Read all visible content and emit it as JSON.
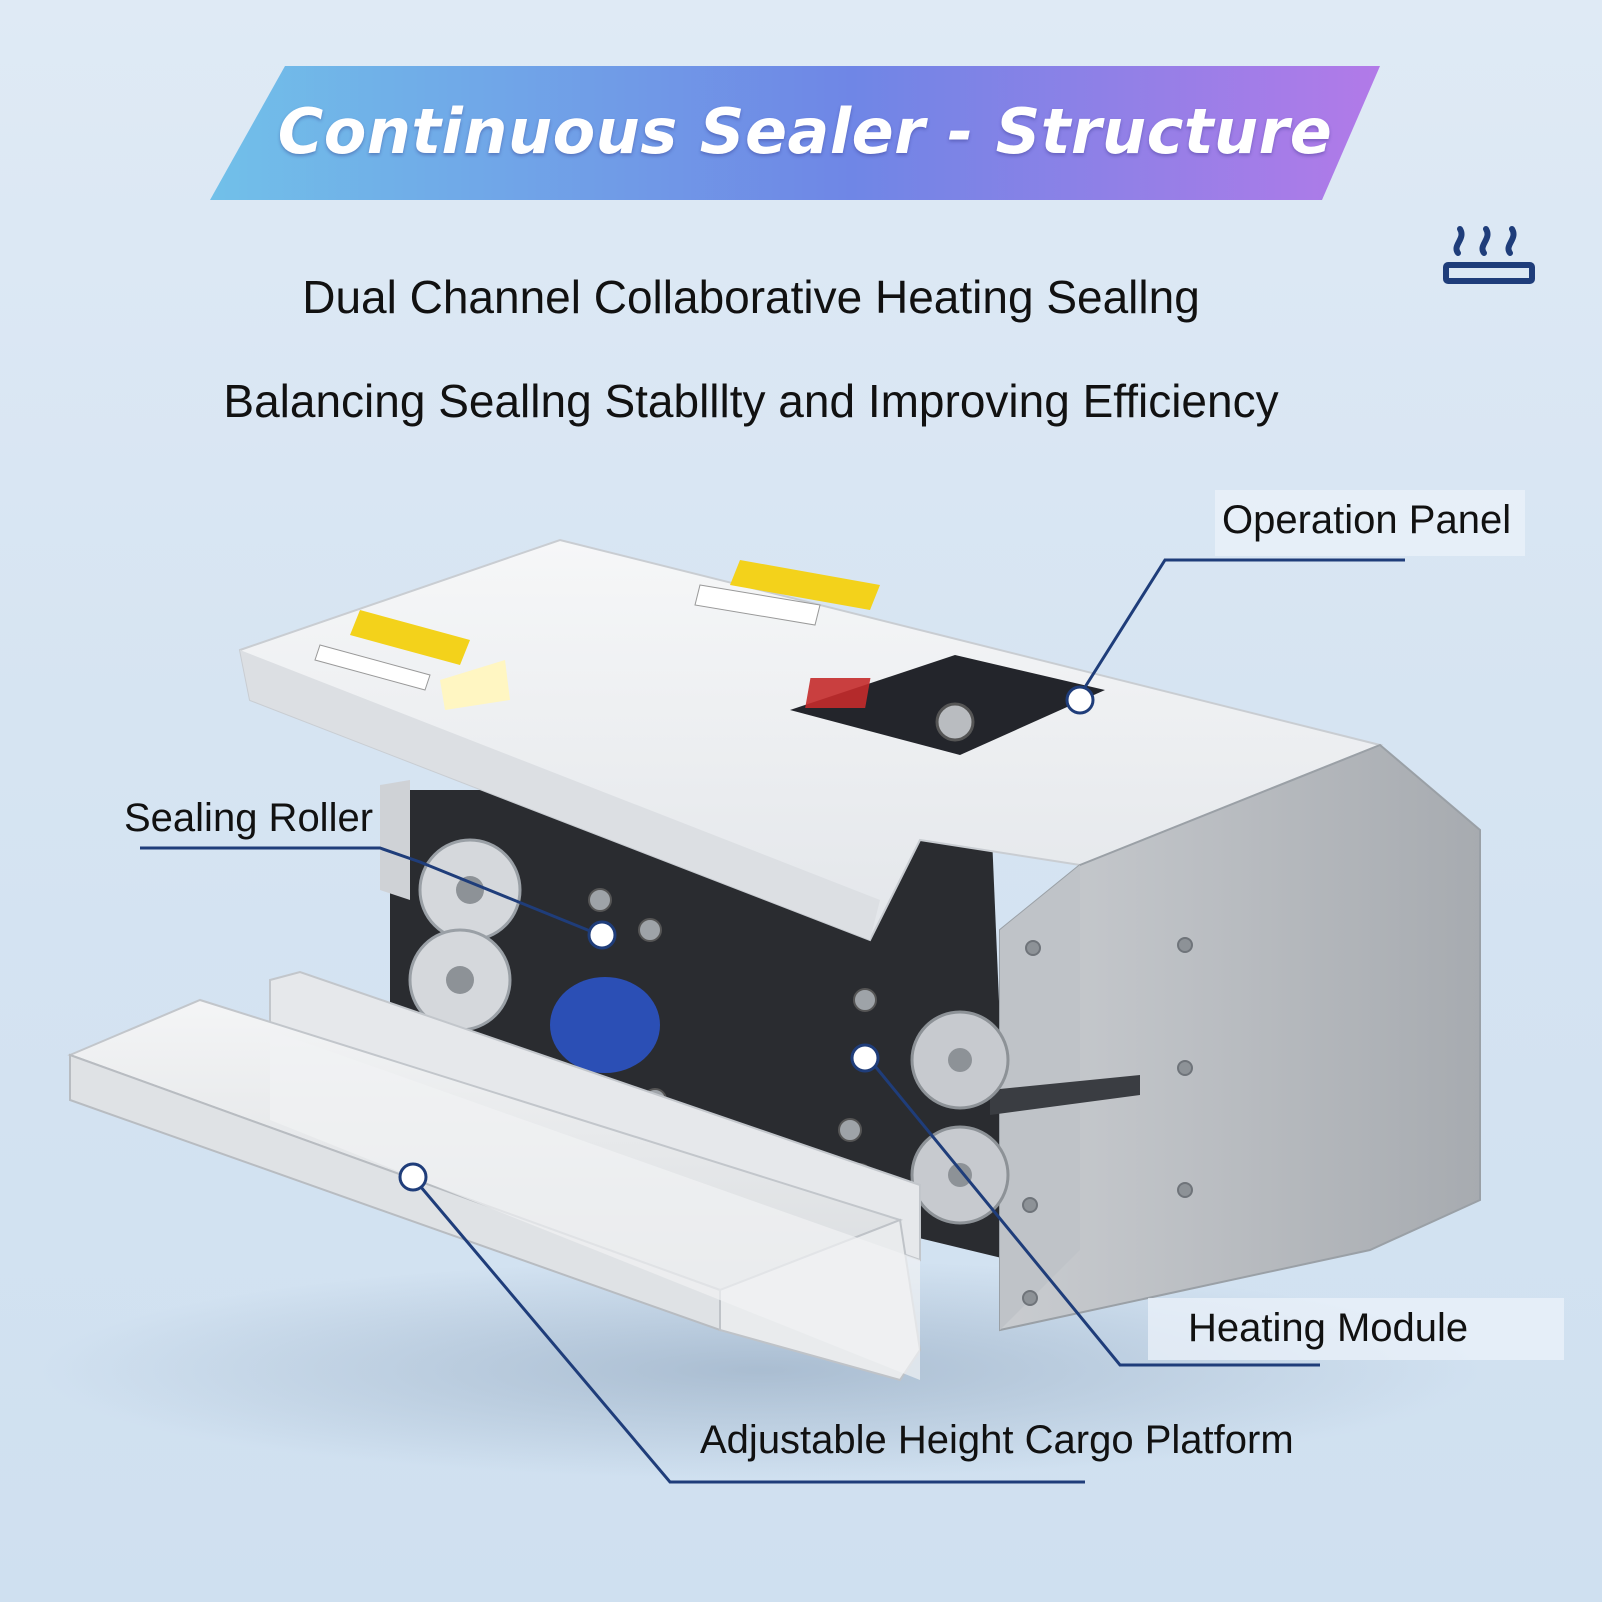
{
  "banner": {
    "title": "Continuous Sealer - Structure",
    "gradient_start": "#6fb7e8",
    "gradient_end": "#b07ae6"
  },
  "subtitles": {
    "line1": "Dual Channel Collaborative Heating Seallng",
    "line2": "Balancing Seallng Stablllty and Improving Efficiency"
  },
  "icons": {
    "heat_icon": "heat-steam-icon"
  },
  "callouts": {
    "operation_panel": "Operation Panel",
    "sealing_roller": "Sealing Roller",
    "heating_module": "Heating Module",
    "cargo_platform": "Adjustable Height Cargo Platform"
  },
  "colors": {
    "callout_line": "#1f3d7a",
    "text": "#111111",
    "warning_yellow": "#f3d21b"
  }
}
